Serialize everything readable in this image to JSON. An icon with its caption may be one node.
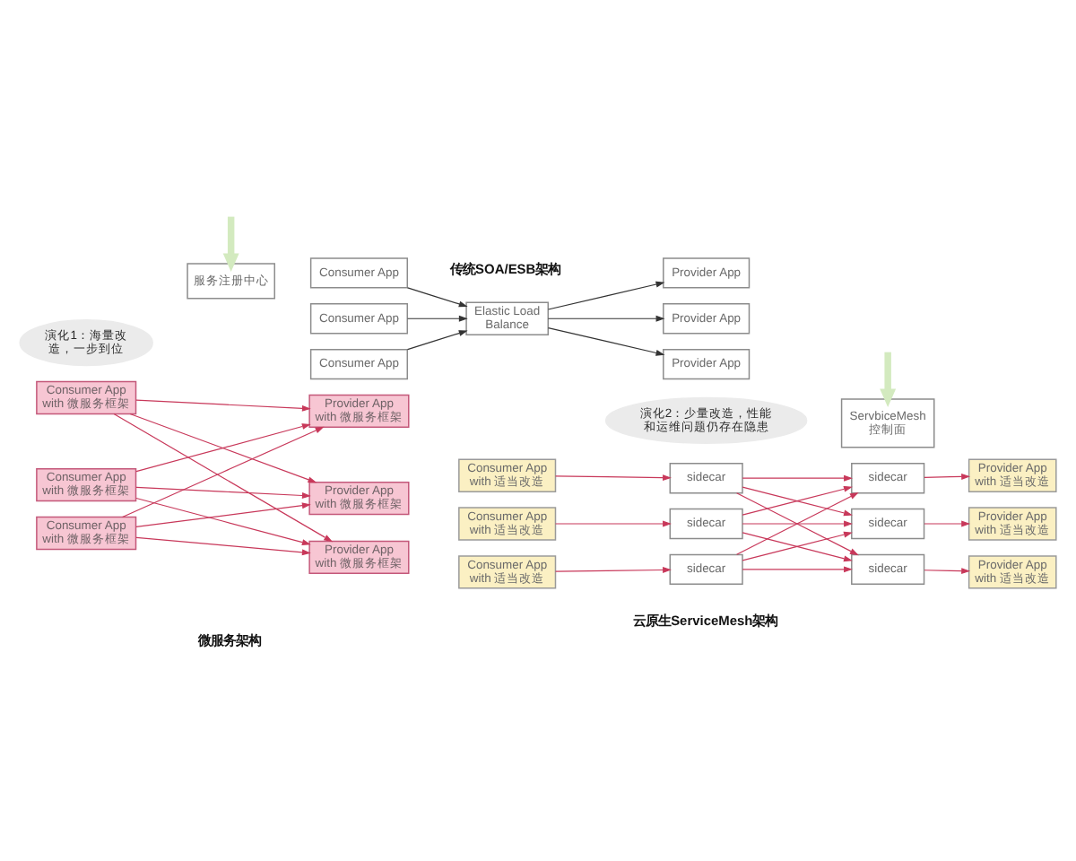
{
  "diagram": {
    "nodes": [
      {
        "text": [
          "Consumer App"
        ]
      },
      {
        "text": [
          "Consumer App"
        ]
      },
      {
        "text": [
          "Consumer App"
        ]
      },
      {
        "text": [
          "Elastic Load Balance"
        ]
      },
      {
        "text": [
          "Provider App"
        ]
      },
      {
        "text": [
          "Provider App"
        ]
      },
      {
        "text": [
          "Provider App"
        ]
      },
      {
        "text": [
          "演化1：海量改造，一步到位"
        ]
      },
      {
        "text": [
          "演化2：少量改造，性能和运维问题仍存在隐患"
        ]
      },
      {
        "text": [
          "服务注册中心"
        ]
      },
      {
        "text": [
          "Consumer App with 微服务框架"
        ]
      },
      {
        "text": [
          "Consumer App with 微服务框架"
        ]
      },
      {
        "text": [
          "Consumer App with 微服务框架"
        ]
      },
      {
        "text": [
          "Provider App with 微服务框架"
        ]
      },
      {
        "text": [
          "Provider App with 微服务框架"
        ]
      },
      {
        "text": [
          "Provider App with 微服务框架"
        ]
      },
      {
        "text": [
          "ServbiceMesh 控制面"
        ]
      },
      {
        "text": [
          "Consumer App with 适当改造"
        ]
      },
      {
        "text": [
          "Consumer App with 适当改造"
        ]
      },
      {
        "text": [
          "Consumer App with 适当改造"
        ]
      },
      {
        "text": [
          "sidecar"
        ]
      },
      {
        "text": [
          "sidecar"
        ]
      },
      {
        "text": [
          "sidecar"
        ]
      },
      {
        "text": [
          "sidecar"
        ]
      },
      {
        "text": [
          "sidecar"
        ]
      },
      {
        "text": [
          "sidecar"
        ]
      },
      {
        "text": [
          "Provider App with 适当改造"
        ]
      },
      {
        "text": [
          "Provider App with 适当改造"
        ]
      },
      {
        "text": [
          "Provider App with 适当改造"
        ]
      }
    ],
    "edges": [
      {
        "from": 0,
        "to": 3,
        "arrow": "to",
        "color": "#333333"
      },
      {
        "from": 1,
        "to": 3,
        "arrow": "to",
        "color": "#333333"
      },
      {
        "from": 2,
        "to": 3,
        "arrow": "to",
        "color": "#333333"
      },
      {
        "from": 3,
        "to": 4,
        "arrow": "to",
        "color": "#333333"
      },
      {
        "from": 3,
        "to": 5,
        "arrow": "to",
        "color": "#333333"
      },
      {
        "from": 3,
        "to": 6,
        "arrow": "to",
        "color": "#333333"
      },
      {
        "from": null,
        "to": 9,
        "arrow": "to",
        "style": "thick",
        "color": "#d3eabf"
      },
      {
        "from": null,
        "to": 16,
        "arrow": "to",
        "style": "thick",
        "color": "#d3eabf"
      },
      {
        "from": 10,
        "to": 13,
        "arrow": "to"
      },
      {
        "from": 10,
        "to": 14,
        "arrow": "to"
      },
      {
        "from": 10,
        "to": 15,
        "arrow": "to"
      },
      {
        "from": 11,
        "to": 13,
        "arrow": "to"
      },
      {
        "from": 11,
        "to": 14,
        "arrow": "to"
      },
      {
        "from": 11,
        "to": 15,
        "arrow": "to"
      },
      {
        "from": 12,
        "to": 13,
        "arrow": "to"
      },
      {
        "from": 12,
        "to": 14,
        "arrow": "to"
      },
      {
        "from": 12,
        "to": 15,
        "arrow": "to"
      },
      {
        "from": 17,
        "to": 20,
        "arrow": "to"
      },
      {
        "from": 18,
        "to": 21,
        "arrow": "to"
      },
      {
        "from": 19,
        "to": 22,
        "arrow": "to"
      },
      {
        "from": 20,
        "to": 23,
        "arrow": "to"
      },
      {
        "from": 20,
        "to": 24,
        "arrow": "to"
      },
      {
        "from": 20,
        "to": 25,
        "arrow": "to"
      },
      {
        "from": 21,
        "to": 23,
        "arrow": "to"
      },
      {
        "from": 21,
        "to": 24,
        "arrow": "to"
      },
      {
        "from": 21,
        "to": 25,
        "arrow": "to"
      },
      {
        "from": 22,
        "to": 23,
        "arrow": "to"
      },
      {
        "from": 22,
        "to": 24,
        "arrow": "to"
      },
      {
        "from": 22,
        "to": 25,
        "arrow": "to"
      },
      {
        "from": 23,
        "to": 26,
        "arrow": "to"
      },
      {
        "from": 24,
        "to": 27,
        "arrow": "to"
      },
      {
        "from": 25,
        "to": 28,
        "arrow": "to"
      }
    ],
    "labels": [
      "传统SOA/ESB架构",
      "微服务架构",
      "云原生ServiceMesh架构"
    ]
  }
}
